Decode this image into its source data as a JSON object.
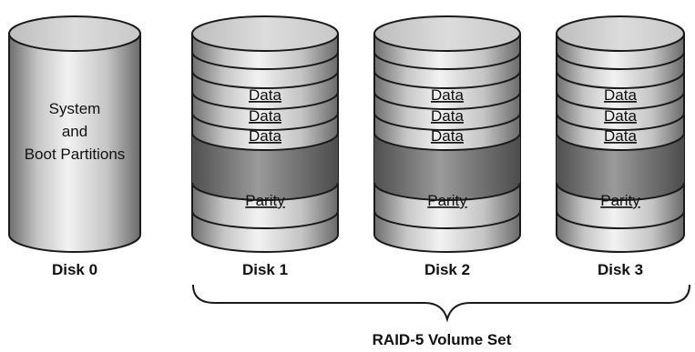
{
  "diagram": {
    "title": "RAID-5 Volume Set",
    "disks": [
      {
        "caption": "Disk 0",
        "content": [
          "System",
          "and",
          "Boot Partitions"
        ]
      },
      {
        "caption": "Disk 1",
        "data_label": "Data",
        "parity_label": "Parity"
      },
      {
        "caption": "Disk 2",
        "data_label": "Data",
        "parity_label": "Parity"
      },
      {
        "caption": "Disk 3",
        "data_label": "Data",
        "parity_label": "Parity"
      }
    ],
    "colors": {
      "body_gradient": [
        "#6e6e6e",
        "#c6c6c6",
        "#f2f2f2",
        "#c4c4c4",
        "#6a6a6a"
      ],
      "outline": "#1a1a1a",
      "parity_stripe": "#9a9a9a"
    }
  }
}
